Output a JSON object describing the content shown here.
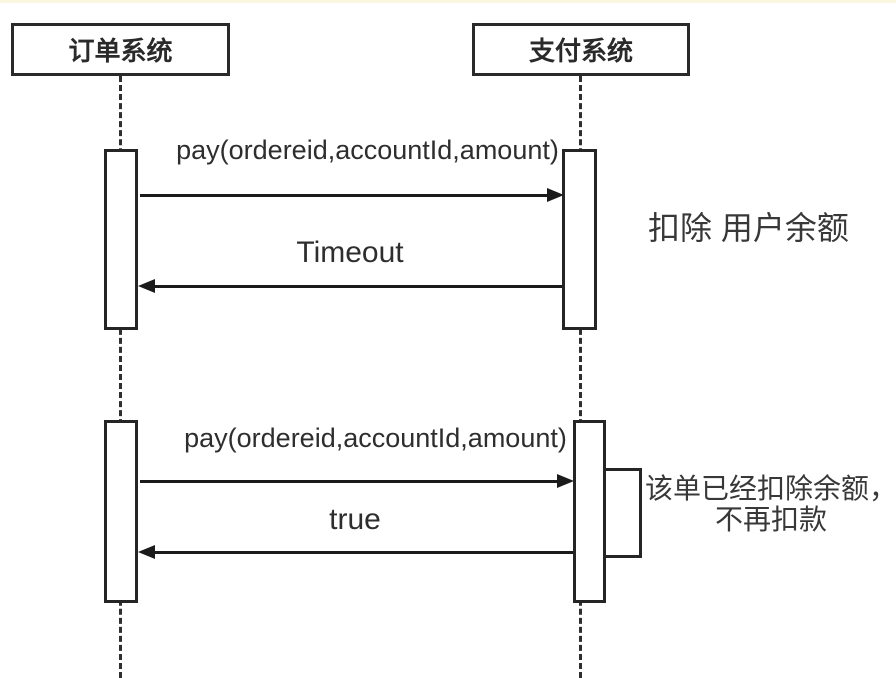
{
  "diagram": {
    "type": "sequence",
    "actors": [
      {
        "id": "order-system",
        "label": "订单系统"
      },
      {
        "id": "payment-system",
        "label": "支付系统"
      }
    ],
    "interactions": [
      {
        "request": {
          "label": "pay(ordereid,accountId,amount)",
          "from": "order-system",
          "to": "payment-system"
        },
        "response": {
          "label": "Timeout",
          "from": "payment-system",
          "to": "order-system"
        },
        "note": "扣除 用户余额"
      },
      {
        "request": {
          "label": "pay(ordereid,accountId,amount)",
          "from": "order-system",
          "to": "payment-system"
        },
        "response": {
          "label": "true",
          "from": "payment-system",
          "to": "order-system"
        },
        "note_line1": "该单已经扣除余额，",
        "note_line2": "不再扣款"
      }
    ],
    "colors": {
      "stroke": "#252525",
      "text": "#2e2e2e",
      "background": "#ffffff",
      "top_strip": "#faf7e0"
    }
  }
}
